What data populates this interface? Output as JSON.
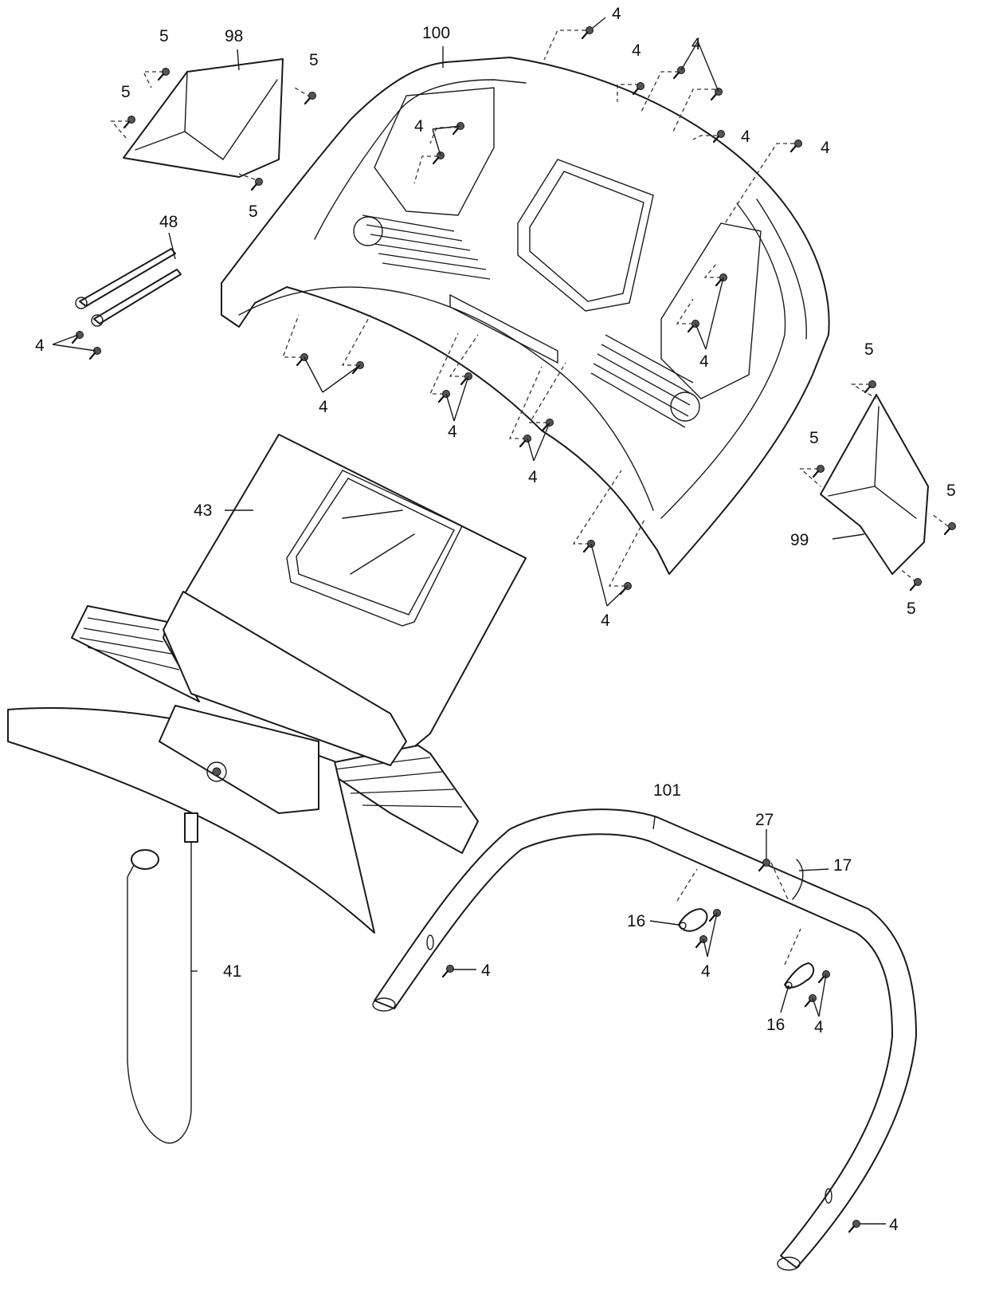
{
  "palette": {
    "line": "#1a1a1a",
    "paper": "#ffffff",
    "screw": "#555555"
  },
  "callouts": {
    "c98": "98",
    "c100": "100",
    "c99": "99",
    "c48": "48",
    "c43": "43",
    "c41": "41",
    "c101": "101",
    "c27": "27",
    "c17": "17",
    "c16": "16",
    "c5": "5",
    "c4": "4"
  },
  "icons": {
    "screw": "screw-icon",
    "leader": "leader-line"
  }
}
